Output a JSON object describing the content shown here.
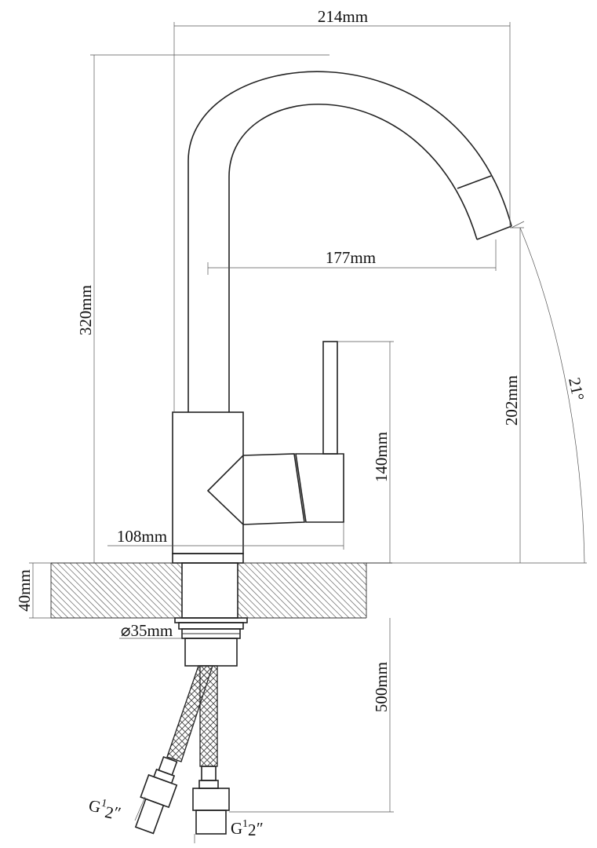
{
  "dimensions": {
    "overall_width": "214mm",
    "spout_reach": "177mm",
    "overall_height": "320mm",
    "spout_height": "202mm",
    "body_height": "140mm",
    "base_width": "108mm",
    "counter_thickness": "40mm",
    "hole_diameter": "⌀35mm",
    "hose_length": "500mm",
    "swivel_angle": "21°"
  },
  "connections": {
    "left": {
      "prefix": "G",
      "num": "1",
      "den": "2",
      "suffix": "″"
    },
    "right": {
      "prefix": "G",
      "num": "1",
      "den": "2",
      "suffix": "″"
    }
  }
}
